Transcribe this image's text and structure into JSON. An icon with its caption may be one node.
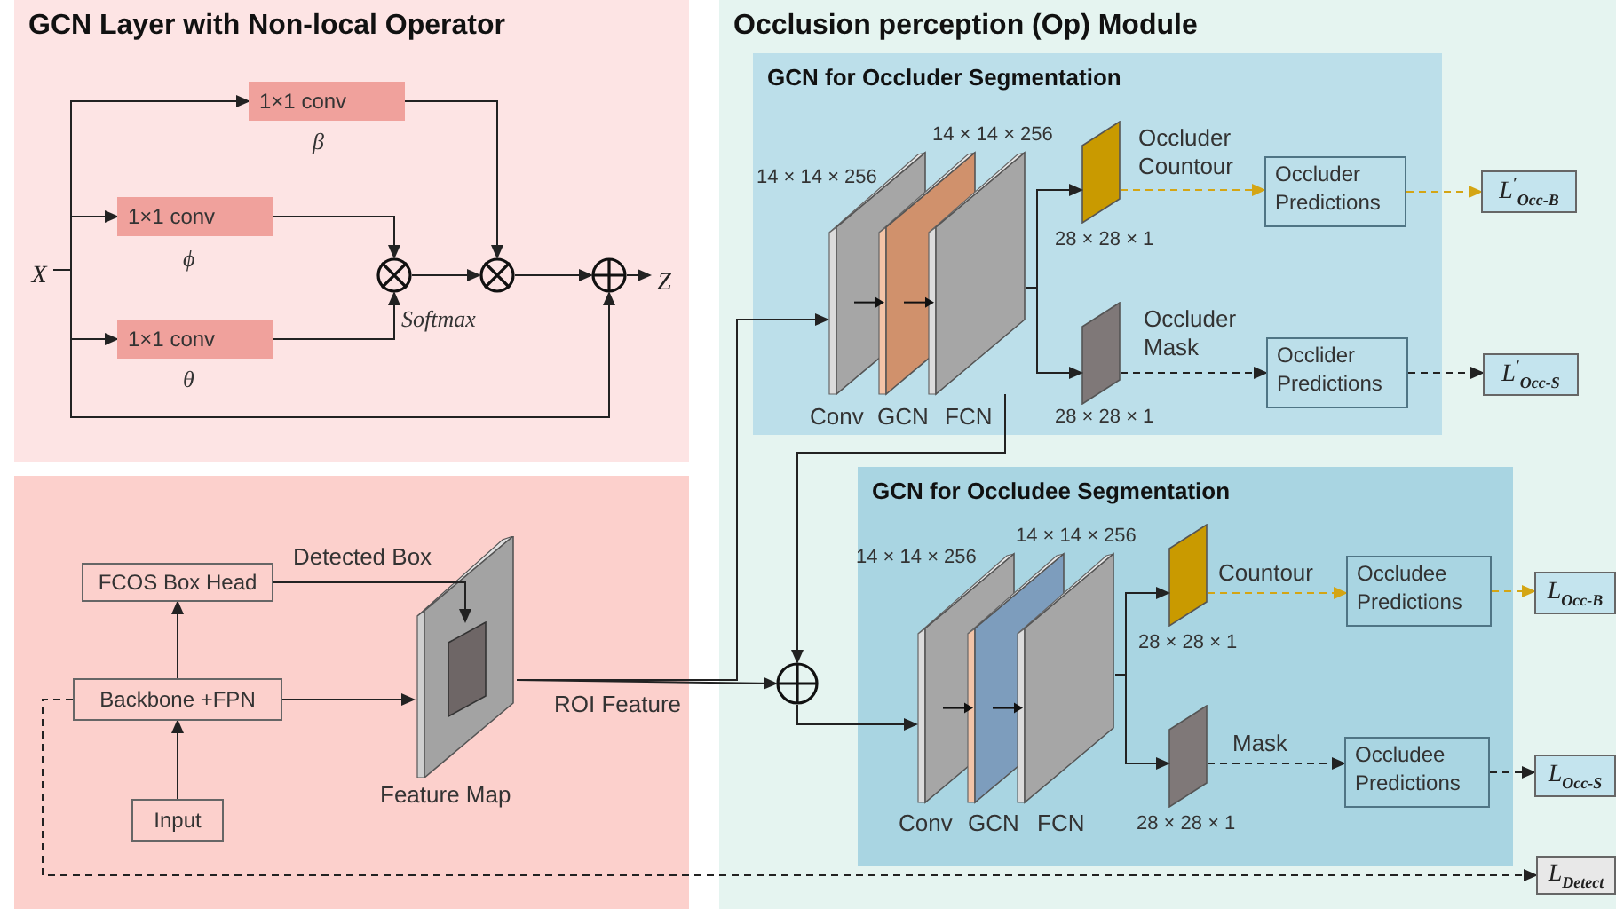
{
  "diagram": {
    "nodes": [
      {
        "text": [
          "GCN Layer with Non-local Operator"
        ]
      },
      {
        "text": [
          "X"
        ],
        "in": 0
      },
      {
        "text": [
          "1×1 conv"
        ],
        "in": 0,
        "beside": [
          "β"
        ]
      },
      {
        "text": [
          "1×1 conv"
        ],
        "in": 0,
        "beside": [
          "ϕ"
        ]
      },
      {
        "text": [
          "1×1 conv"
        ],
        "in": 0,
        "beside": [
          "θ"
        ]
      },
      {
        "text": [],
        "shape": "circle",
        "in": 0
      },
      {
        "text": [],
        "shape": "circle",
        "in": 0
      },
      {
        "text": [],
        "shape": "circle",
        "in": 0
      },
      {
        "text": [
          "Z"
        ],
        "in": 0
      },
      {
        "text": [],
        "shape": "box"
      },
      {
        "text": [
          "FCOS Box Head"
        ],
        "in": 9
      },
      {
        "text": [
          "Backbone +FPN"
        ],
        "in": 9
      },
      {
        "text": [
          "Input"
        ],
        "in": 9
      },
      {
        "text": [],
        "shape": "picture",
        "in": 9,
        "beside": [
          "Feature Map"
        ]
      },
      {
        "text": [],
        "shape": "box",
        "in": 13
      },
      {
        "text": [
          "Occlusion perception (Op) Module"
        ]
      },
      {
        "text": [
          "GCN for Occluder Segmentation"
        ],
        "in": 15
      },
      {
        "text": [],
        "shape": "picture",
        "in": 16,
        "beside": [
          "Conv",
          "GCN",
          "FCN"
        ]
      },
      {
        "text": [],
        "shape": "box",
        "in": 16,
        "beside": [
          "28 × 28 × 1"
        ]
      },
      {
        "text": [],
        "shape": "box",
        "in": 16,
        "beside": [
          "28 × 28 × 1"
        ]
      },
      {
        "text": [
          "Occluder Predictions"
        ],
        "in": 16
      },
      {
        "text": [
          "Occlider Predictions"
        ],
        "in": 16
      },
      {
        "text": [
          "L$^{′}$$_{Occ-B}$"
        ],
        "in": 15
      },
      {
        "text": [
          "L$^{′}$$_{Occ-S}$"
        ],
        "in": 15
      },
      {
        "text": [],
        "shape": "circle",
        "in": 15
      },
      {
        "text": [
          "GCN for Occludee Segmentation"
        ],
        "in": 15
      },
      {
        "text": [],
        "shape": "picture",
        "in": 25,
        "beside": [
          "Conv",
          "GCN",
          "FCN"
        ]
      },
      {
        "text": [],
        "shape": "box",
        "in": 25,
        "beside": [
          "28 × 28 × 1"
        ]
      },
      {
        "text": [],
        "shape": "box",
        "in": 25,
        "beside": [
          "28 × 28 × 1"
        ]
      },
      {
        "text": [
          "Occludee Predictions"
        ],
        "in": 25
      },
      {
        "text": [
          "Occludee Predictions"
        ],
        "in": 25
      },
      {
        "text": [
          "L$_{Occ-B}$"
        ],
        "in": 15
      },
      {
        "text": [
          "L$_{Occ-S}$"
        ],
        "in": 15
      },
      {
        "text": [
          "L$_{Detect}$"
        ],
        "in": 15
      }
    ],
    "edges": [
      {
        "from": 1,
        "to": 2,
        "arrow": "to"
      },
      {
        "from": 1,
        "to": 3,
        "arrow": "to"
      },
      {
        "from": 1,
        "to": 4,
        "arrow": "to"
      },
      {
        "from": 1,
        "to": 7,
        "arrow": "to"
      },
      {
        "from": 2,
        "to": 6,
        "arrow": "to"
      },
      {
        "from": 3,
        "to": 5,
        "arrow": "to"
      },
      {
        "from": 4,
        "to": 5,
        "arrow": "to"
      },
      {
        "from": 5,
        "to": 6,
        "arrow": "to"
      },
      {
        "from": 6,
        "to": 7,
        "arrow": "to"
      },
      {
        "from": 7,
        "to": 8,
        "arrow": "to"
      },
      {
        "from": 12,
        "to": 11,
        "arrow": "to"
      },
      {
        "from": 11,
        "to": 10,
        "arrow": "to"
      },
      {
        "from": 11,
        "to": 13,
        "arrow": "to"
      },
      {
        "from": 10,
        "to": 14,
        "arrow": "to",
        "label": "Detected Box"
      },
      {
        "from": 13,
        "to": 24,
        "arrow": "to",
        "label": "ROI Feature"
      },
      {
        "from": 13,
        "to": 17,
        "arrow": "to"
      },
      {
        "from": 17,
        "to": 18,
        "arrow": "to"
      },
      {
        "from": 17,
        "to": 19,
        "arrow": "to"
      },
      {
        "from": 18,
        "to": 20,
        "arrow": "to",
        "label": "Occluder Countour",
        "style": "dashed",
        "color": "#d4a514"
      },
      {
        "from": 19,
        "to": 21,
        "arrow": "to",
        "label": "Occluder Mask",
        "style": "dashed"
      },
      {
        "from": 20,
        "to": 22,
        "arrow": "to",
        "style": "dashed",
        "color": "#d4a514"
      },
      {
        "from": 21,
        "to": 23,
        "arrow": "to",
        "style": "dashed"
      },
      {
        "from": 17,
        "to": 24,
        "arrow": "to"
      },
      {
        "from": 24,
        "to": 26,
        "arrow": "to"
      },
      {
        "from": 26,
        "to": 27,
        "arrow": "to"
      },
      {
        "from": 26,
        "to": 28,
        "arrow": "to"
      },
      {
        "from": 27,
        "to": 29,
        "arrow": "to",
        "label": "Countour",
        "style": "dashed",
        "color": "#d4a514"
      },
      {
        "from": 28,
        "to": 30,
        "arrow": "to",
        "label": "Mask",
        "style": "dashed"
      },
      {
        "from": 29,
        "to": 31,
        "arrow": "to",
        "style": "dashed",
        "color": "#d4a514"
      },
      {
        "from": 30,
        "to": 32,
        "arrow": "to",
        "style": "dashed"
      },
      {
        "from": 11,
        "to": 33,
        "arrow": "to",
        "style": "dashed"
      }
    ],
    "labels": [
      "Softmax",
      "14 × 14 × 256",
      "14 × 14 × 256",
      "14 × 14 × 256",
      "14 × 14 × 256"
    ]
  }
}
